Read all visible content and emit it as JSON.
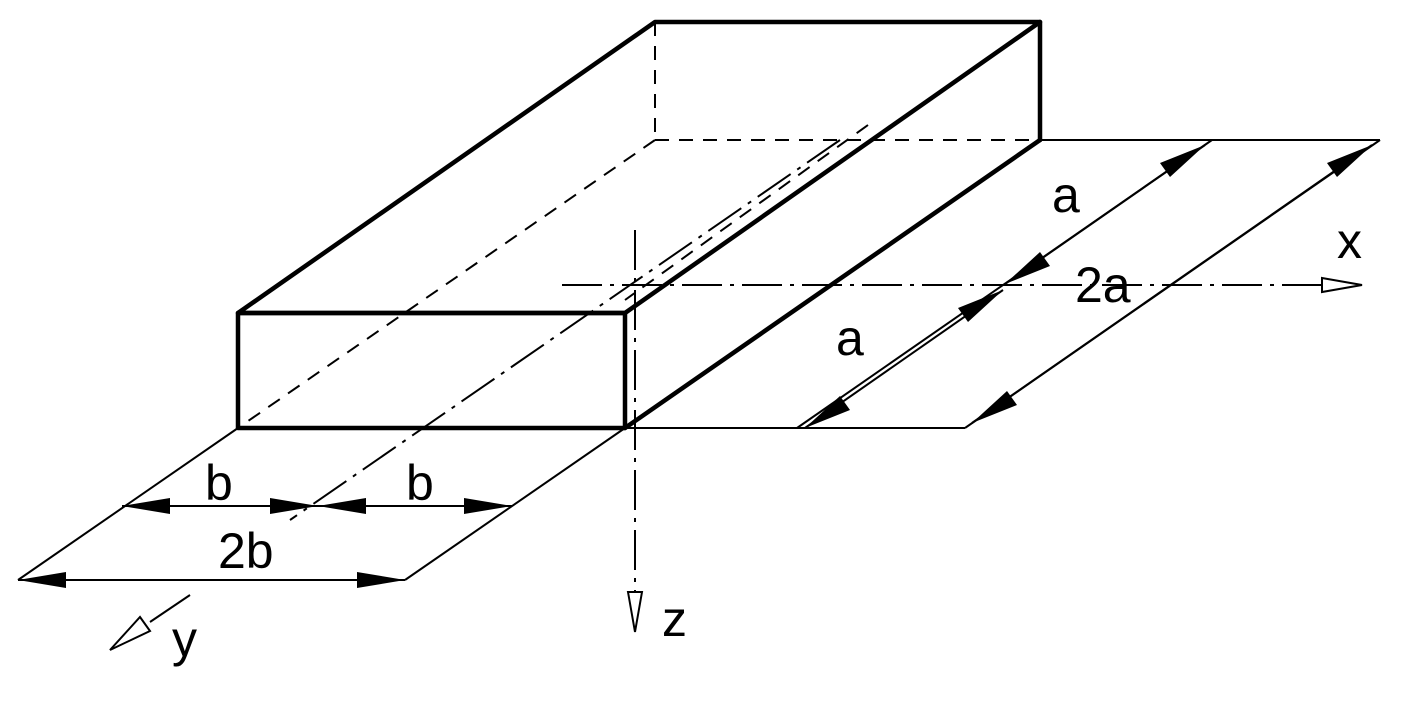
{
  "labels": {
    "dim_a_upper": "a",
    "dim_a_lower": "a",
    "dim_2a": "2a",
    "dim_b_left": "b",
    "dim_b_right": "b",
    "dim_2b": "2b",
    "axis_x": "x",
    "axis_y": "y",
    "axis_z": "z"
  }
}
